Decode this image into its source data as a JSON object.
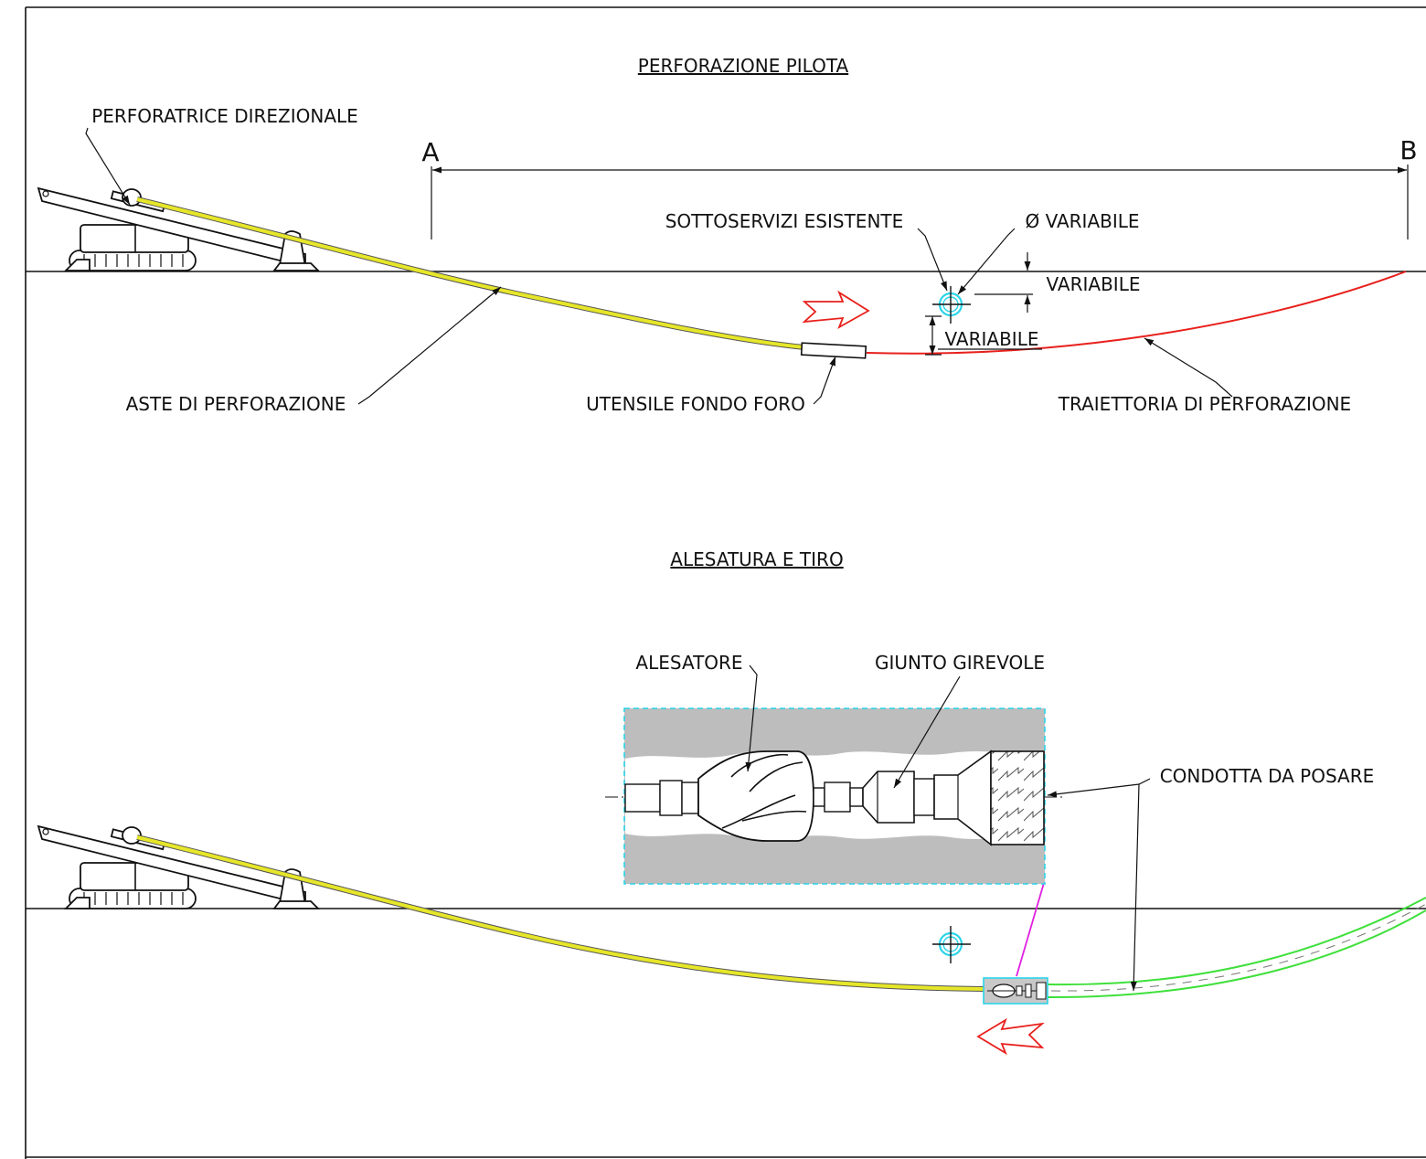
{
  "section_pilot": {
    "title": "PERFORAZIONE PILOTA",
    "labels": {
      "drill_rig": "PERFORATRICE DIREZIONALE",
      "point_a": "A",
      "point_b": "B",
      "existing_utilities": "SOTTOSERVIZI ESISTENTE",
      "diameter": "Ø VARIABILE",
      "depth_variable": "VARIABILE",
      "clearance_variable": "VARIABILE",
      "drill_rods": "ASTE DI PERFORAZIONE",
      "bottom_tool": "UTENSILE FONDO FORO",
      "drill_path": "TRAIETTORIA DI PERFORAZIONE"
    }
  },
  "section_ream": {
    "title": "ALESATURA E TIRO",
    "labels": {
      "reamer": "ALESATORE",
      "swivel": "GIUNTO GIREVOLE",
      "pipe": "CONDOTTA DA POSARE"
    }
  },
  "colors": {
    "rods": "#e6e62a",
    "pilot_path": "#e8201c",
    "pipe": "#3ee03a",
    "utility": "#2ad4e8",
    "arrow": "#e8201c",
    "leader_magenta": "#e020e0",
    "soil": "#bdbdbd"
  },
  "icons": {
    "direction_forward": "arrow-right-icon",
    "direction_back": "arrow-left-icon"
  }
}
